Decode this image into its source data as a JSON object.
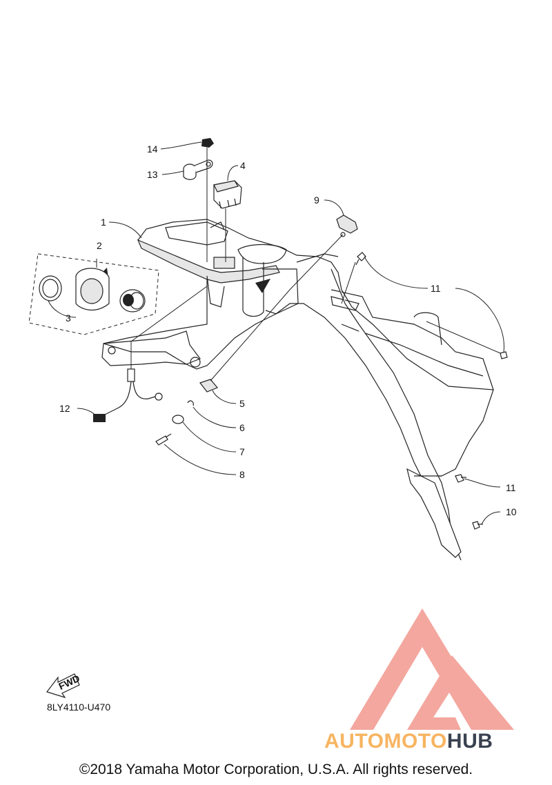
{
  "diagram": {
    "callouts": [
      {
        "num": "1"
      },
      {
        "num": "2"
      },
      {
        "num": "3"
      },
      {
        "num": "4"
      },
      {
        "num": "5"
      },
      {
        "num": "6"
      },
      {
        "num": "7"
      },
      {
        "num": "8"
      },
      {
        "num": "9"
      },
      {
        "num": "10"
      },
      {
        "num": "11"
      },
      {
        "num": "11"
      },
      {
        "num": "12"
      },
      {
        "num": "13"
      },
      {
        "num": "14"
      }
    ],
    "fwd_label": "FWD",
    "part_code": "8LY4110-U470"
  },
  "watermark": {
    "text_part1": "AUTOMOTO",
    "text_part2": "HUB",
    "color_accent": "#f6a23a",
    "color_dark": "#3a4250",
    "color_logo": "#f08a80"
  },
  "copyright": "©2018 Yamaha Motor Corporation, U.S.A. All rights reserved."
}
